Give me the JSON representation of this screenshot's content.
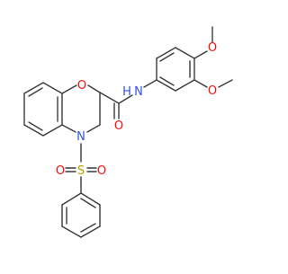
{
  "molecule": {
    "atom_labels": {
      "o_methoxy_top": "O",
      "o_methoxy_side": "O",
      "n_amide": "N",
      "h_amide": "H",
      "o_ring": "O",
      "o_carbonyl": "O",
      "n_ring": "N",
      "s_sulfonyl": "S",
      "o_sulfonyl_left": "O",
      "o_sulfonyl_right": "O"
    }
  }
}
